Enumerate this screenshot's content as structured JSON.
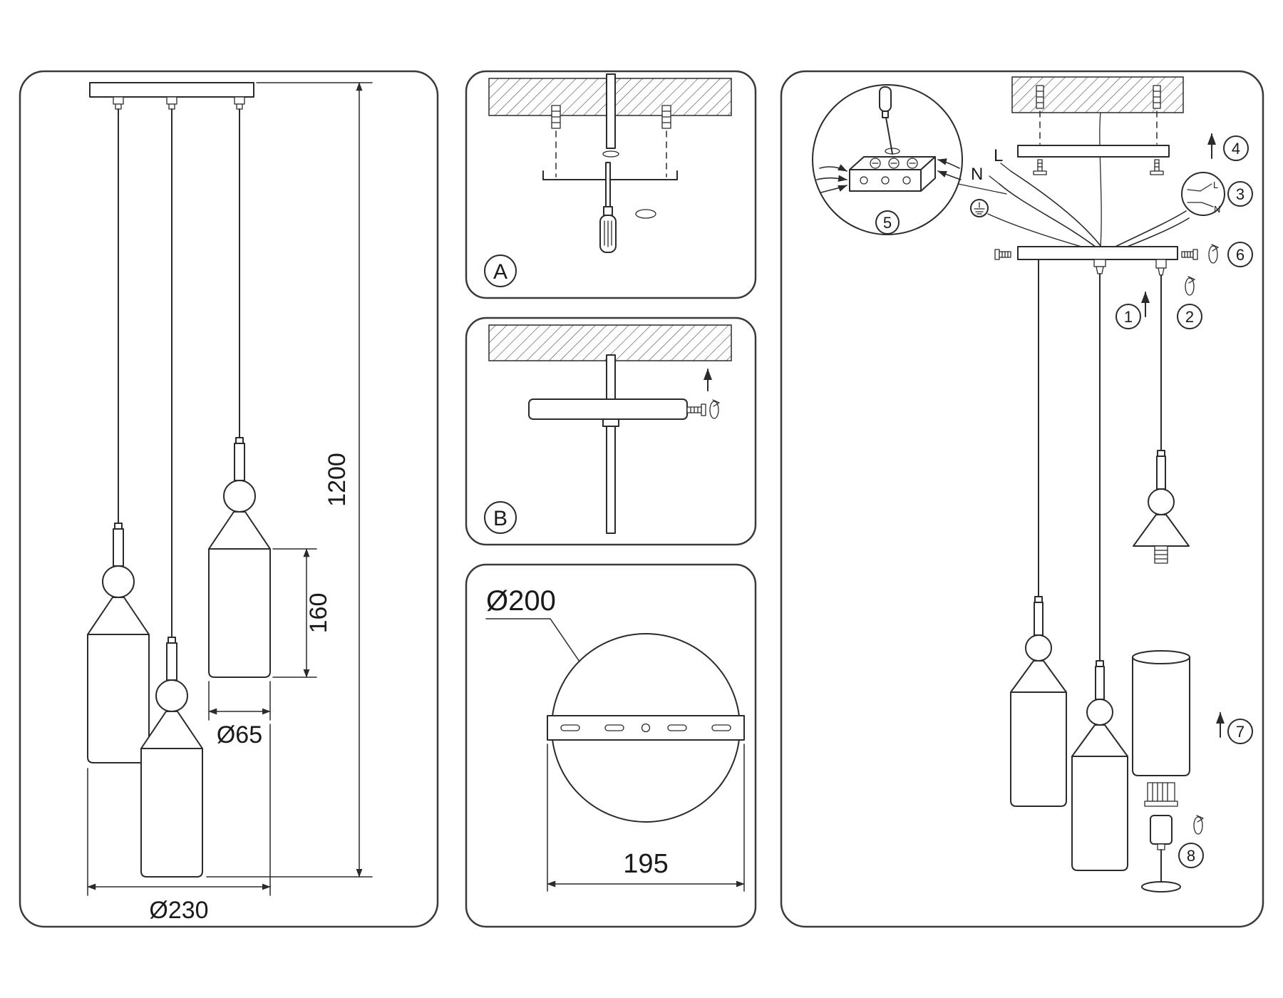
{
  "sheet": {
    "background": "#ffffff",
    "line_color": "#2b2b2b"
  },
  "left_panel": {
    "dim_height": "1200",
    "dim_shade_height": "160",
    "dim_shade_diameter": "Ø65",
    "dim_overall_diameter": "Ø230"
  },
  "panel_a": {
    "label": "A"
  },
  "panel_b": {
    "label": "B"
  },
  "panel_canopy": {
    "dim_diameter": "Ø200",
    "dim_plate_width": "195"
  },
  "assembly": {
    "wire_neutral": "N",
    "wire_live": "L",
    "detail_wire_live": "L",
    "detail_wire_neutral": "N",
    "steps": [
      "1",
      "2",
      "3",
      "4",
      "5",
      "6",
      "7",
      "8"
    ]
  }
}
